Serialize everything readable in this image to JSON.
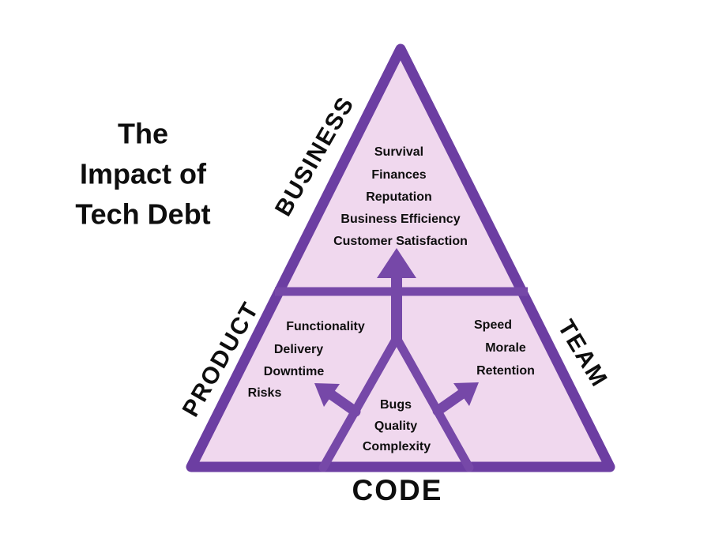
{
  "title": {
    "lines": [
      "The",
      "Impact of",
      "Tech Debt"
    ]
  },
  "edges": {
    "business": "BUSINESS",
    "product": "PRODUCT",
    "team": "TEAM",
    "code": "CODE"
  },
  "sections": {
    "business": {
      "items": [
        "Survival",
        "Finances",
        "Reputation",
        "Business Efficiency",
        "Customer Satisfaction"
      ]
    },
    "product": {
      "items": [
        "Functionality",
        "Delivery",
        "Downtime",
        "Risks"
      ]
    },
    "team": {
      "items": [
        "Speed",
        "Morale",
        "Retention"
      ]
    },
    "code": {
      "items": [
        "Bugs",
        "Quality",
        "Complexity"
      ]
    }
  },
  "colors": {
    "triangle_fill": "#F0D8EE",
    "triangle_border": "#6C3EA2",
    "inner_lines": "#7648A8",
    "arrow": "#7648A8",
    "text": "#0E0E0E",
    "background": "#FFFFFF"
  }
}
